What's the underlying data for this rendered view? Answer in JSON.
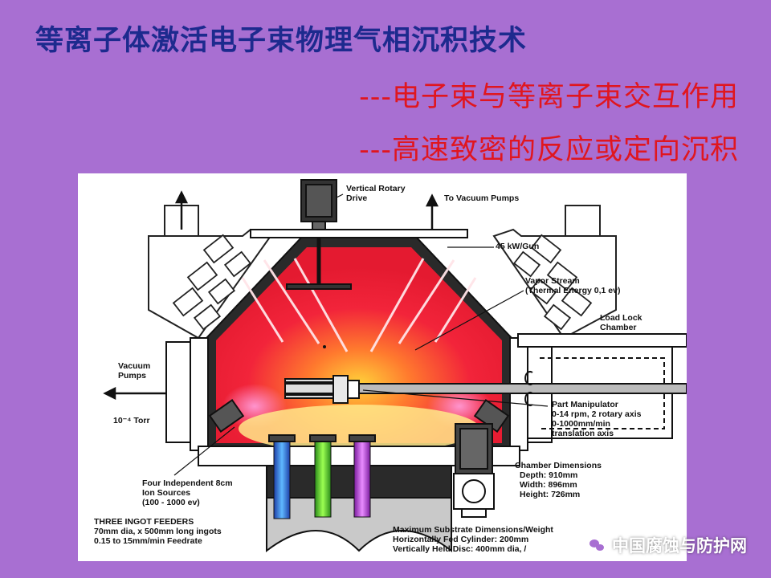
{
  "title": "等离子体激活电子束物理气相沉积技术",
  "subtitles": [
    "---电子束与等离子束交互作用",
    "---高速致密的反应或定向沉积"
  ],
  "diagram": {
    "labels": {
      "vertical_rotary_drive": [
        "Vertical Rotary",
        "Drive"
      ],
      "to_vacuum_pumps": "To Vacuum Pumps",
      "gun_power": "45 kW/Gun",
      "vapor_stream": [
        "Vapor Stream",
        "(Thermal Energy 0,1 ev)"
      ],
      "load_lock": [
        "Load Lock",
        "Chamber"
      ],
      "vacuum_pumps": [
        "Vacuum",
        "Pumps"
      ],
      "pressure": "10⁻⁴ Torr",
      "part_manipulator": [
        "Part Manipulator",
        "0-14 rpm, 2 rotary axis",
        "0-1000mm/min",
        "translation axis"
      ],
      "chamber_dimensions": [
        "Chamber Dimensions",
        "Depth:     910mm",
        "Width:     896mm",
        "Height:    726mm"
      ],
      "ion_sources": [
        "Four Independent 8cm",
        "Ion Sources",
        "(100 - 1000 ev)"
      ],
      "ingot_feeders": [
        "THREE INGOT FEEDERS",
        "70mm dia, x 500mm long ingots",
        "0.15 to 15mm/min Feedrate"
      ],
      "max_substrate": [
        "Maximum Substrate Dimensions/Weight",
        "Horizontally Fed Cylinder: 200mm",
        "Vertically Held Disc: 400mm dia, /"
      ]
    }
  },
  "watermark": "中国腐蚀与防护网"
}
